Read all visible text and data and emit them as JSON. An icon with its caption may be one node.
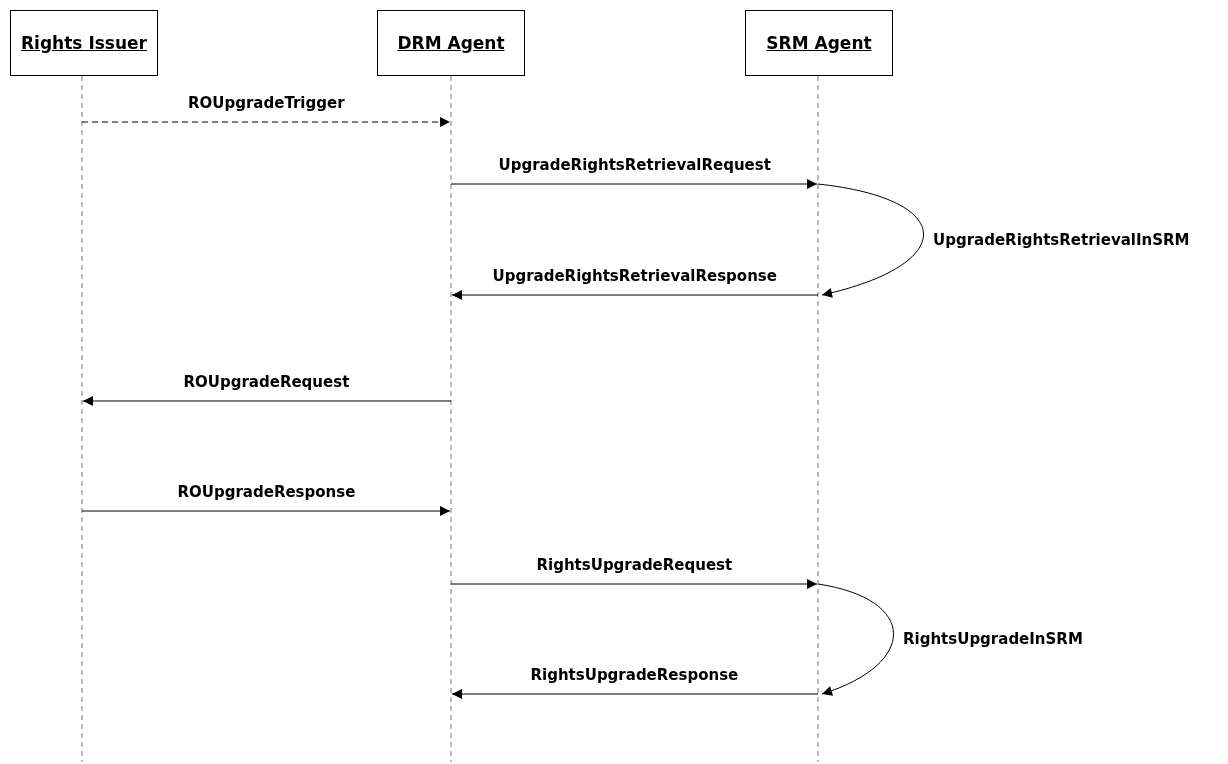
{
  "diagram": {
    "nodes": [
      {
        "text": [
          "Rights Issuer"
        ]
      },
      {
        "text": [
          "DRM Agent"
        ]
      },
      {
        "text": [
          "SRM Agent"
        ]
      }
    ],
    "edges": [
      {
        "from": 0,
        "to": 1,
        "arrow": "to",
        "label": "ROUpgradeTrigger",
        "style": "dashed"
      },
      {
        "from": 1,
        "to": 2,
        "arrow": "to",
        "label": "UpgradeRightsRetrievalRequest"
      },
      {
        "from": 2,
        "to": 2,
        "arrow": "to",
        "label": "UpgradeRightsRetrievalInSRM"
      },
      {
        "from": 2,
        "to": 1,
        "arrow": "to",
        "label": "UpgradeRightsRetrievalResponse"
      },
      {
        "from": 1,
        "to": 0,
        "arrow": "to",
        "label": "ROUpgradeRequest"
      },
      {
        "from": 0,
        "to": 1,
        "arrow": "to",
        "label": "ROUpgradeResponse"
      },
      {
        "from": 1,
        "to": 2,
        "arrow": "to",
        "label": "RightsUpgradeRequest"
      },
      {
        "from": 2,
        "to": 2,
        "arrow": "to",
        "label": "RightsUpgradeInSRM"
      },
      {
        "from": 2,
        "to": 1,
        "arrow": "to",
        "label": "RightsUpgradeResponse"
      }
    ]
  }
}
